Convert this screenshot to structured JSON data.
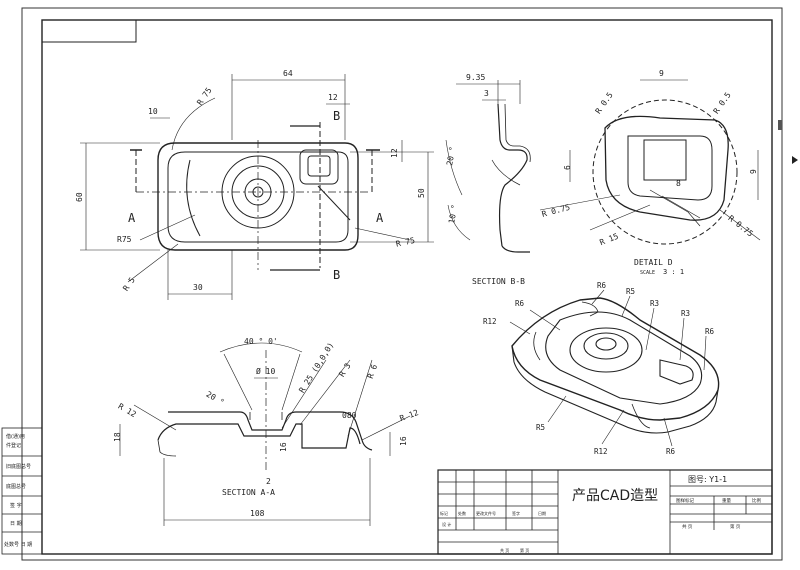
{
  "drawing": {
    "title_cn": "产品CAD造型",
    "drawing_number": "图号: Y1-1"
  },
  "title_block": {
    "row1": [
      "标记",
      "处数",
      "更改文件号",
      "签字",
      "日期"
    ],
    "row2": [
      "设 计"
    ],
    "row3": [
      "共 页",
      "第 页"
    ],
    "right_header": [
      "图样标记",
      "重量",
      "比例"
    ],
    "right_footer": [
      "共 页",
      "第 页"
    ]
  },
  "left_strip": [
    "借(通)用",
    "件登记",
    "旧底图总号",
    "底图总号",
    "签 字",
    "日 期",
    "处数号 日 期"
  ],
  "views": {
    "top": {
      "dims": [
        "64",
        "10",
        "R 75",
        "12",
        "R75",
        "60",
        "50",
        "12",
        "30",
        "R 5",
        "R 75"
      ],
      "section_marks": [
        "A",
        "A",
        "B",
        "B"
      ]
    },
    "section_bb": {
      "dims": [
        "9.35",
        "3",
        "20 °",
        "10 °"
      ],
      "label": "SECTION B-B"
    },
    "detail": {
      "dims": [
        "9",
        "R 0.5",
        "R 0.5",
        "6",
        "9",
        "8",
        "R 0.75",
        "R 15",
        "R 0.75"
      ],
      "label": "DETAIL D",
      "scale_label": "SCALE",
      "scale_value": "3 : 1"
    },
    "section_aa": {
      "dims": [
        "40 ° 0'",
        "Ø 10",
        "R 25 (0,0,0)",
        "R 3",
        "R 6",
        "R 12",
        "20 °",
        "R 12",
        "080",
        "18",
        "16",
        "2",
        "16",
        "108"
      ],
      "label": "SECTION A-A"
    },
    "iso": {
      "labels": [
        "R12",
        "R6",
        "R6",
        "R5",
        "R3",
        "R3",
        "R6",
        "R5",
        "R12",
        "R6"
      ]
    }
  }
}
